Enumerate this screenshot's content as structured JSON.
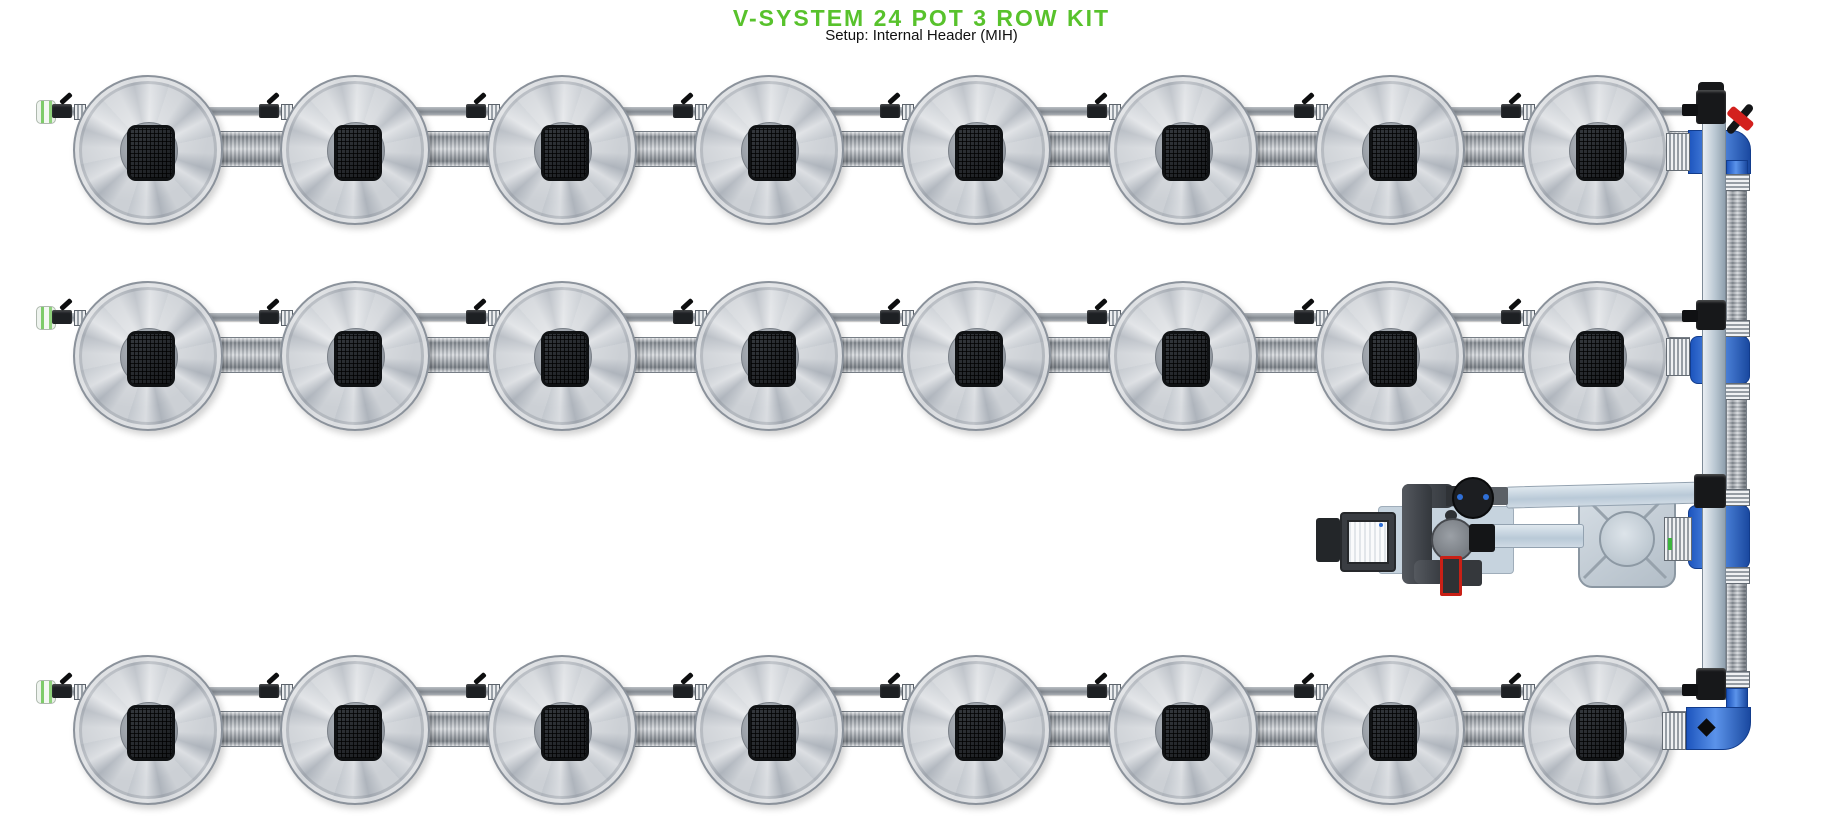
{
  "header": {
    "title": "V-SYSTEM 24 POT 3 ROW KIT",
    "subtitle": "Setup: Internal Header (MIH)"
  },
  "system": {
    "total_pots": 24,
    "rows": 3,
    "pots_per_row": 8,
    "setup_type": "Internal Header (MIH)",
    "components": [
      "grow-pot",
      "drip-feed-line",
      "drip-valve",
      "drain-manifold",
      "feed-header-pipe",
      "return-header-pipe",
      "blue-tee-fitting",
      "blue-elbow-fitting",
      "hose-clamp",
      "air-bleed-valve",
      "drain-plug",
      "pump",
      "pump-valve",
      "pump-union",
      "controller",
      "reservoir-tank",
      "reservoir-coupling",
      "end-cap"
    ]
  },
  "colors": {
    "accent_green": "#58c22c",
    "fitting_blue": "#2a6ad4",
    "pot_gray": "#c7cbd1",
    "pipe_gray": "#a7adb4",
    "valve_red": "#d3201d",
    "background": "#ffffff"
  }
}
